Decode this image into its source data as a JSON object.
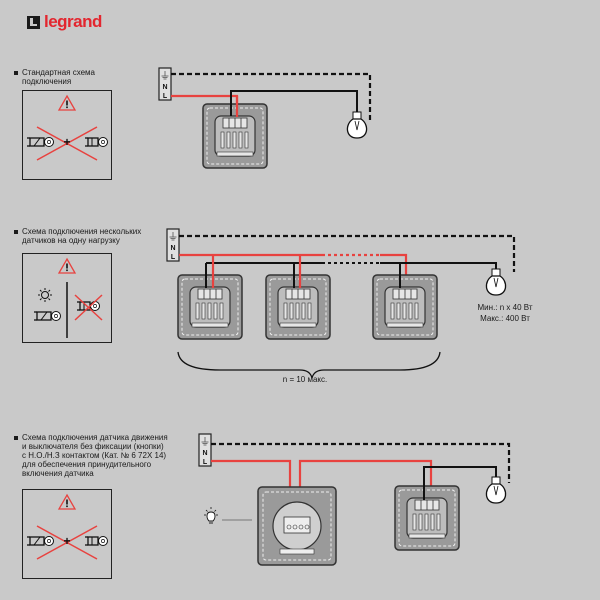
{
  "brand": {
    "name": "legrand",
    "color": "#e3262f"
  },
  "colors": {
    "background": "#c9c9c9",
    "live_wire": "#e8423f",
    "wire": "#111111"
  },
  "terminal": {
    "earth_symbol": "⏚",
    "neutral_label": "N",
    "live_label": "L"
  },
  "sections": [
    {
      "title_lines": [
        "Стандартная схема",
        "подключения"
      ],
      "warning_icon": "warning-triangle-icon"
    },
    {
      "title_lines": [
        "Схема подключения нескольких",
        "датчиков на одну нагрузку"
      ],
      "warning_icon": "warning-triangle-icon",
      "count_caption": "n = 10 макс.",
      "load_min": "Мин.: n x 40 Вт",
      "load_max": "Макс.: 400 Вт"
    },
    {
      "title_lines": [
        "Схема подключения датчика движения",
        "и выключателя без фиксации (кнопки)",
        "с Н.О./Н.З контактом (Кат. № 6 72X 14)",
        "для обеспечения принудительного",
        "включения датчика"
      ],
      "warning_icon": "warning-triangle-icon"
    }
  ]
}
